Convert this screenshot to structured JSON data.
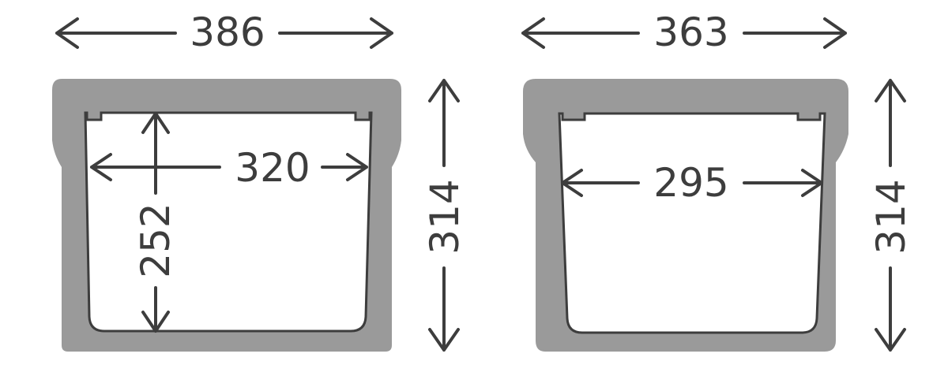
{
  "left_box": {
    "outer_width": "386",
    "outer_height": "314",
    "inner_width": "320",
    "inner_height": "252"
  },
  "right_box": {
    "outer_width": "363",
    "outer_height": "314",
    "inner_width": "295"
  },
  "colors": {
    "shell": "#9a9a9a",
    "line": "#3d3d3d",
    "background": "#ffffff"
  }
}
